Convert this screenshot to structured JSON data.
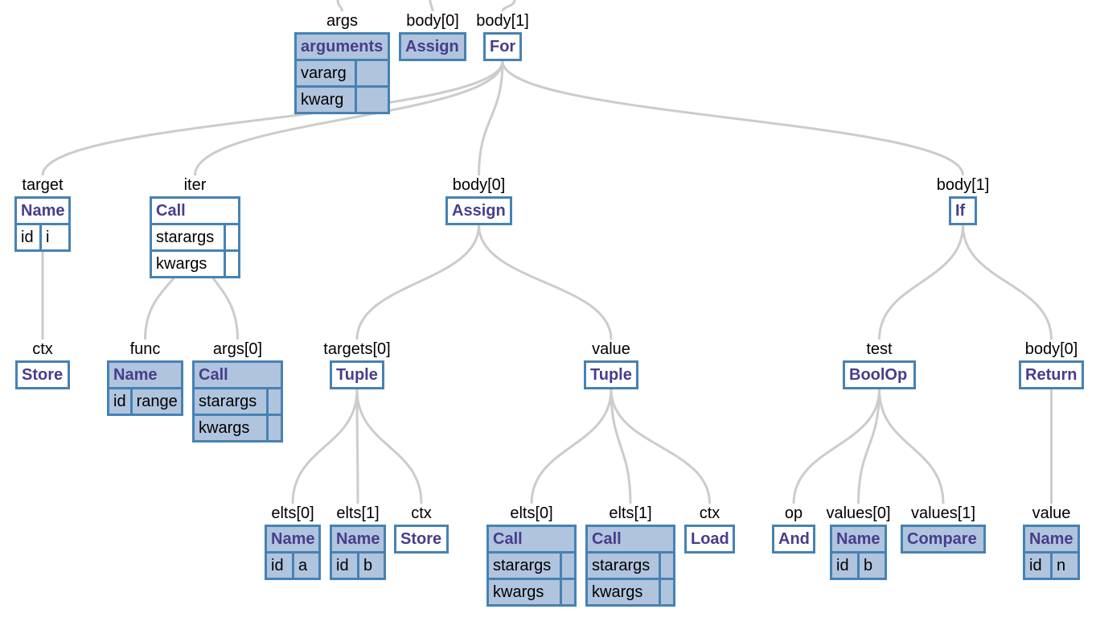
{
  "colors": {
    "edge": "#cccccc",
    "border": "#4682b4",
    "type_text": "#483d8b",
    "filled_bg": "#b0c4de",
    "plain_bg": "#ffffff"
  },
  "nodes": [
    {
      "id": "n1",
      "label": "args",
      "type": "arguments",
      "filled": true,
      "fields": [
        {
          "k": "vararg",
          "v": ""
        },
        {
          "k": "kwarg",
          "v": ""
        }
      ]
    },
    {
      "id": "n2",
      "label": "body[0]",
      "type": "Assign",
      "filled": true,
      "fields": []
    },
    {
      "id": "n3",
      "label": "body[1]",
      "type": "For",
      "filled": false,
      "fields": []
    },
    {
      "id": "n4",
      "label": "target",
      "type": "Name",
      "filled": false,
      "fields": [
        {
          "k": "id",
          "v": "i"
        }
      ]
    },
    {
      "id": "n5",
      "label": "iter",
      "type": "Call",
      "filled": false,
      "fields": [
        {
          "k": "starargs",
          "v": ""
        },
        {
          "k": "kwargs",
          "v": ""
        }
      ]
    },
    {
      "id": "n6",
      "label": "body[0]",
      "type": "Assign",
      "filled": false,
      "fields": []
    },
    {
      "id": "n7",
      "label": "body[1]",
      "type": "If",
      "filled": false,
      "fields": []
    },
    {
      "id": "n8",
      "label": "ctx",
      "type": "Store",
      "filled": false,
      "fields": []
    },
    {
      "id": "n9",
      "label": "func",
      "type": "Name",
      "filled": true,
      "fields": [
        {
          "k": "id",
          "v": "range"
        }
      ]
    },
    {
      "id": "n10",
      "label": "args[0]",
      "type": "Call",
      "filled": true,
      "fields": [
        {
          "k": "starargs",
          "v": ""
        },
        {
          "k": "kwargs",
          "v": ""
        }
      ]
    },
    {
      "id": "n11",
      "label": "targets[0]",
      "type": "Tuple",
      "filled": false,
      "fields": []
    },
    {
      "id": "n12",
      "label": "value",
      "type": "Tuple",
      "filled": false,
      "fields": []
    },
    {
      "id": "n13",
      "label": "test",
      "type": "BoolOp",
      "filled": false,
      "fields": []
    },
    {
      "id": "n14",
      "label": "body[0]",
      "type": "Return",
      "filled": false,
      "fields": []
    },
    {
      "id": "n15",
      "label": "elts[0]",
      "type": "Name",
      "filled": true,
      "fields": [
        {
          "k": "id",
          "v": "a"
        }
      ]
    },
    {
      "id": "n16",
      "label": "elts[1]",
      "type": "Name",
      "filled": true,
      "fields": [
        {
          "k": "id",
          "v": "b"
        }
      ]
    },
    {
      "id": "n17",
      "label": "ctx",
      "type": "Store",
      "filled": false,
      "fields": []
    },
    {
      "id": "n18",
      "label": "elts[0]",
      "type": "Call",
      "filled": true,
      "fields": [
        {
          "k": "starargs",
          "v": ""
        },
        {
          "k": "kwargs",
          "v": ""
        }
      ]
    },
    {
      "id": "n19",
      "label": "elts[1]",
      "type": "Call",
      "filled": true,
      "fields": [
        {
          "k": "starargs",
          "v": ""
        },
        {
          "k": "kwargs",
          "v": ""
        }
      ]
    },
    {
      "id": "n20",
      "label": "ctx",
      "type": "Load",
      "filled": false,
      "fields": []
    },
    {
      "id": "n21",
      "label": "op",
      "type": "And",
      "filled": false,
      "fields": []
    },
    {
      "id": "n22",
      "label": "values[0]",
      "type": "Name",
      "filled": true,
      "fields": [
        {
          "k": "id",
          "v": "b"
        }
      ]
    },
    {
      "id": "n23",
      "label": "values[1]",
      "type": "Compare",
      "filled": true,
      "fields": []
    },
    {
      "id": "n24",
      "label": "value",
      "type": "Name",
      "filled": true,
      "fields": [
        {
          "k": "id",
          "v": "n"
        }
      ]
    }
  ],
  "edges": [
    [
      "n3",
      "n4"
    ],
    [
      "n3",
      "n5"
    ],
    [
      "n3",
      "n6"
    ],
    [
      "n3",
      "n7"
    ],
    [
      "n4",
      "n8"
    ],
    [
      "n5",
      "n9"
    ],
    [
      "n5",
      "n10"
    ],
    [
      "n6",
      "n11"
    ],
    [
      "n6",
      "n12"
    ],
    [
      "n7",
      "n13"
    ],
    [
      "n7",
      "n14"
    ],
    [
      "n11",
      "n15"
    ],
    [
      "n11",
      "n16"
    ],
    [
      "n11",
      "n17"
    ],
    [
      "n12",
      "n18"
    ],
    [
      "n12",
      "n19"
    ],
    [
      "n12",
      "n20"
    ],
    [
      "n13",
      "n21"
    ],
    [
      "n13",
      "n22"
    ],
    [
      "n13",
      "n23"
    ],
    [
      "n14",
      "n24"
    ]
  ]
}
